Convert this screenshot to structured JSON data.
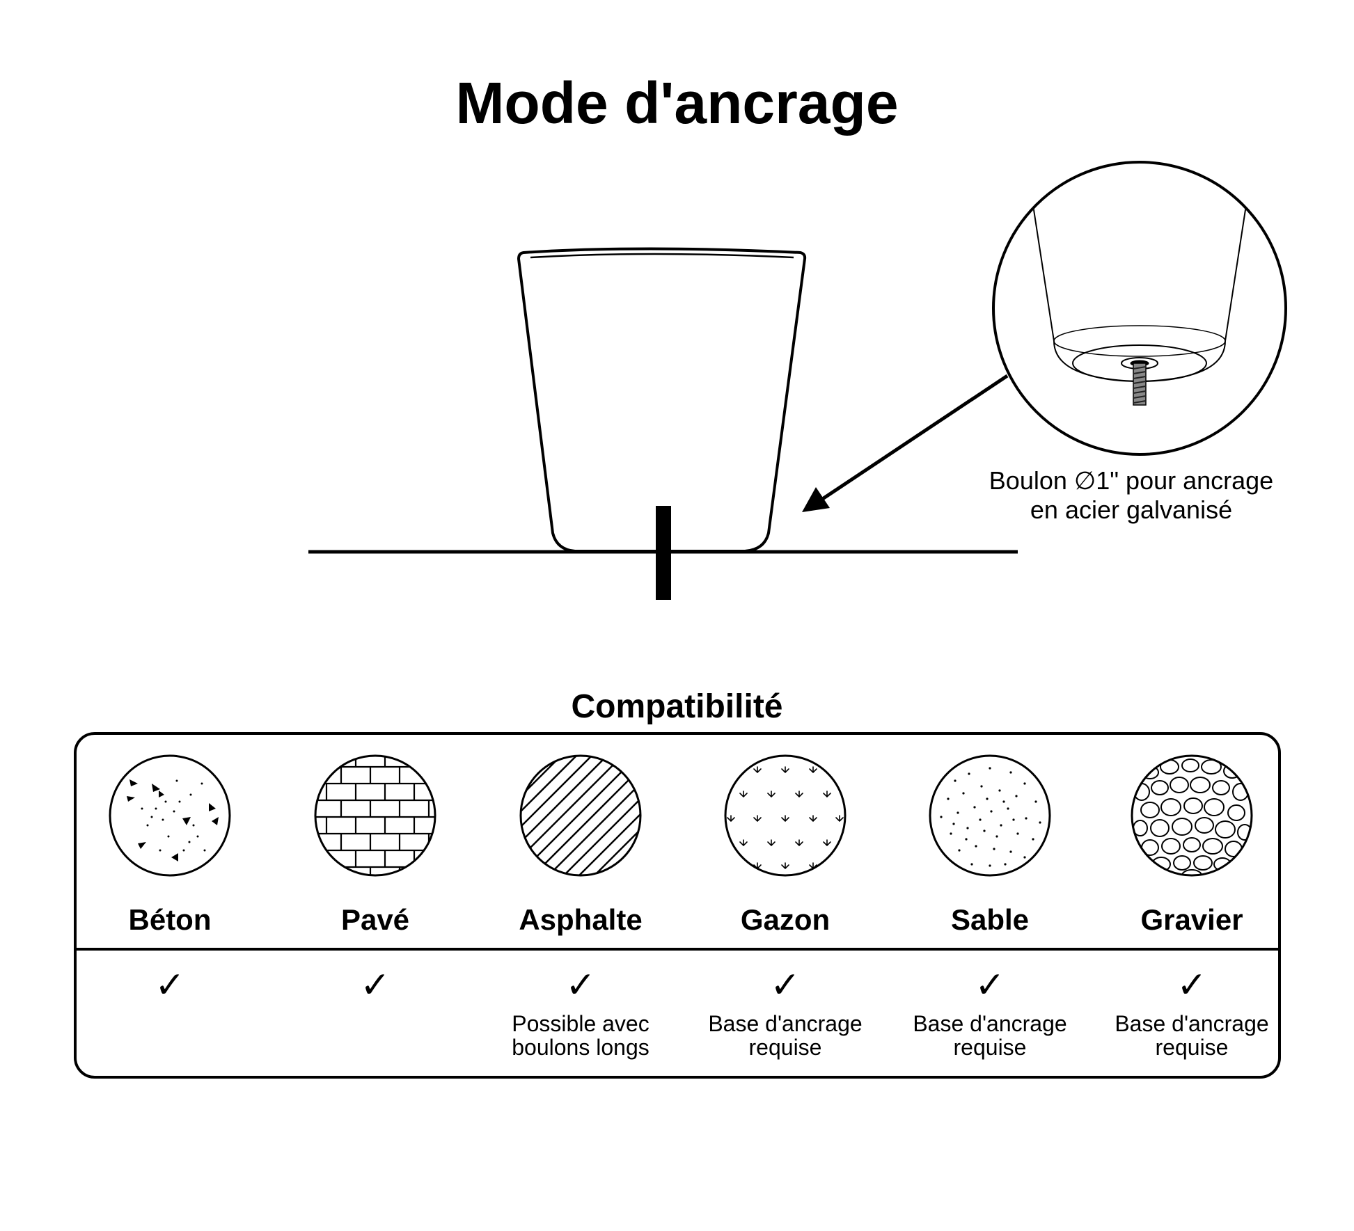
{
  "title": "Mode d'ancrage",
  "callout": {
    "line1": "Boulon ∅1\" pour ancrage",
    "line2": "en acier galvanisé"
  },
  "compatibility": {
    "title": "Compatibilité",
    "surfaces": [
      {
        "id": "beton",
        "label": "Béton",
        "check": "✓",
        "note_line1": "",
        "note_line2": "",
        "icon": "concrete-texture-icon"
      },
      {
        "id": "pave",
        "label": "Pavé",
        "check": "✓",
        "note_line1": "",
        "note_line2": "",
        "icon": "brick-paver-texture-icon"
      },
      {
        "id": "asphalte",
        "label": "Asphalte",
        "check": "✓",
        "note_line1": "Possible avec",
        "note_line2": "boulons longs",
        "icon": "asphalt-hatch-icon"
      },
      {
        "id": "gazon",
        "label": "Gazon",
        "check": "✓",
        "note_line1": "Base d'ancrage",
        "note_line2": "requise",
        "icon": "grass-texture-icon"
      },
      {
        "id": "sable",
        "label": "Sable",
        "check": "✓",
        "note_line1": "Base d'ancrage",
        "note_line2": "requise",
        "icon": "sand-texture-icon"
      },
      {
        "id": "gravier",
        "label": "Gravier",
        "check": "✓",
        "note_line1": "Base d'ancrage",
        "note_line2": "requise",
        "icon": "gravel-texture-icon"
      }
    ]
  }
}
